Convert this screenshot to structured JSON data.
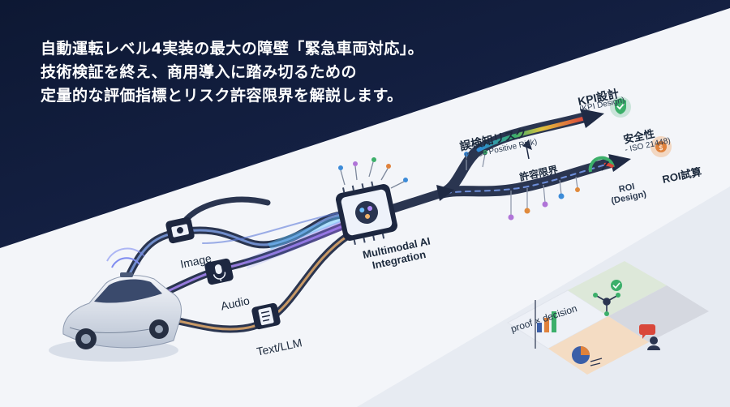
{
  "headline": {
    "line1": "自動運転レベル4実装の最大の障壁「緊急車両対応」。",
    "line2": "技術検証を終え、商用導入に踏み切るための",
    "line3": "定量的な評価指標とリスク許容限界を解説します。"
  },
  "inputs": {
    "image": "Image",
    "audio": "Audio",
    "text": "Text/LLM"
  },
  "hub": {
    "line1": "Multimodal AI",
    "line2": "Integration"
  },
  "risk": {
    "title": "誤検知リスク",
    "subtitle": "(False Positive Risk)",
    "threshold": "許容限界"
  },
  "roi_path": {
    "line1": "ROI",
    "line2": "(Design)"
  },
  "kpi": {
    "title": "KPI設計",
    "subtitle": "(KPI Design)"
  },
  "safety": {
    "title": "安全性",
    "subtitle": "- ISO 21448)"
  },
  "roi_calc": {
    "title": "ROI試算"
  },
  "proof": {
    "title": "proof × decision"
  },
  "colors": {
    "navy": "#0f1a36",
    "road": "#2a3550",
    "accent_blue": "#3b7bd8",
    "accent_green": "#3caf6a",
    "accent_orange": "#e0823c",
    "accent_red": "#d9473a"
  }
}
